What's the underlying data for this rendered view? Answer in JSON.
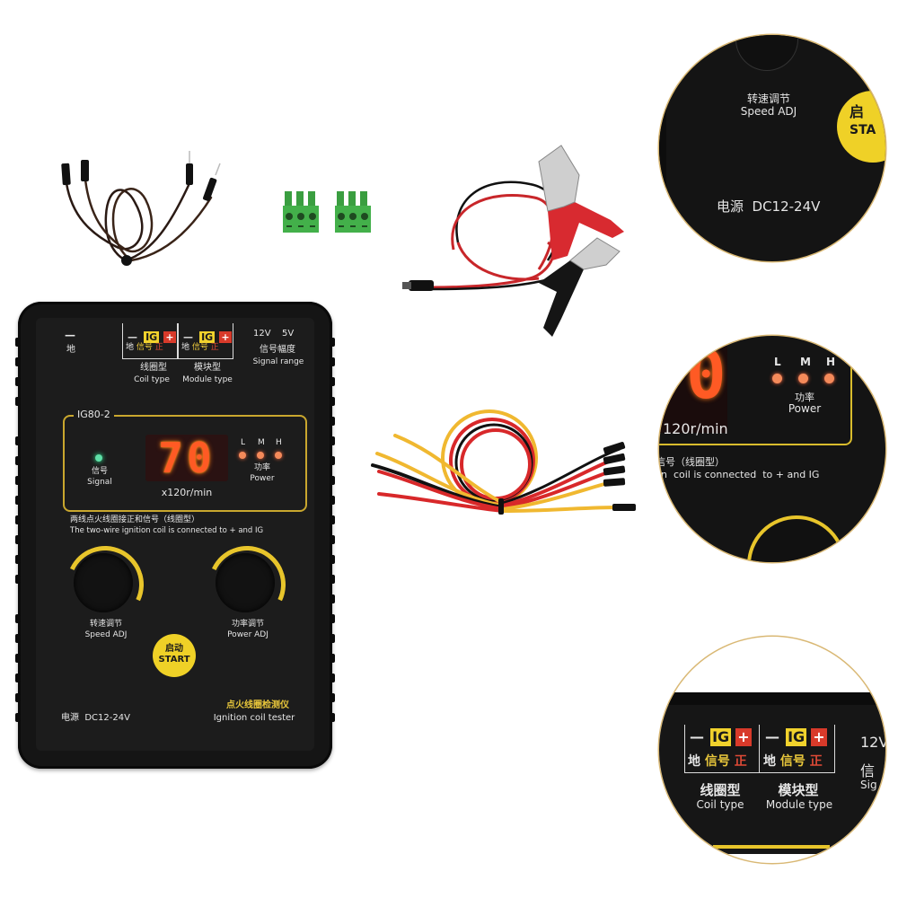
{
  "device": {
    "model": "IG80-2",
    "ground_symbol": "—",
    "ground_label_cn": "地",
    "coil_terminals": {
      "minus": "—",
      "ig": "IG",
      "plus": "+",
      "minus_cn": "地",
      "ig_cn": "信号",
      "plus_cn": "正",
      "title_cn": "线圈型",
      "title_en": "Coil type"
    },
    "module_terminals": {
      "minus": "—",
      "ig": "IG",
      "plus": "+",
      "minus_cn": "地",
      "ig_cn": "信号",
      "plus_cn": "正",
      "title_cn": "模块型",
      "title_en": "Module type"
    },
    "signal_range": {
      "opt_12v": "12V",
      "opt_5v": "5V",
      "label_cn": "信号幅度",
      "label_en": "Signal range"
    },
    "display": {
      "value": "70",
      "unit": "x120r/min",
      "signal_label_cn": "信号",
      "signal_label_en": "Signal",
      "power_levels": [
        "L",
        "M",
        "H"
      ],
      "power_label_cn": "功率",
      "power_label_en": "Power"
    },
    "instruction_cn": "两线点火线圈接正和信号（线圈型）",
    "instruction_en": "The two-wire  ignition  coil is connected  to + and IG",
    "speed_knob": {
      "label_cn": "转速调节",
      "label_en": "Speed ADJ"
    },
    "power_knob": {
      "label_cn": "功率调节",
      "label_en": "Power ADJ"
    },
    "start_button": {
      "label_cn": "启动",
      "label_en": "START"
    },
    "power_supply": "电源  DC12-24V",
    "product_name_cn": "点火线圈检测仪",
    "product_name_en": "Ignition coil tester"
  },
  "accessories": [
    {
      "name": "dupont-jumper-wires",
      "colors": [
        "#2a1a14",
        "#3a2418"
      ]
    },
    {
      "name": "green-terminal-blocks",
      "count": 2,
      "color": "#3aa845"
    },
    {
      "name": "alligator-clip-power-cable",
      "colors": [
        "#c8262a",
        "#111111"
      ]
    },
    {
      "name": "colored-test-leads",
      "colors": [
        "#f0b830",
        "#d8282a",
        "#111111"
      ]
    }
  ],
  "zoom_callouts": {
    "top": {
      "speed_label_cn": "转速调节",
      "speed_label_en": "Speed ADJ",
      "start_partial_cn": "启",
      "start_partial_en": "STA",
      "power_supply": "电源  DC12-24V"
    },
    "middle": {
      "digit_partial": "0",
      "power_levels": [
        "L",
        "M",
        "H"
      ],
      "power_label_cn": "功率",
      "power_label_en": "Power",
      "unit_partial": "120r/min",
      "instruction_cn_partial": "信号（线圈型）",
      "instruction_en_partial": "n  coil is connected  to + and IG"
    },
    "bottom": {
      "minus": "—",
      "ig": "IG",
      "plus": "+",
      "minus_cn": "地",
      "ig_cn": "信号",
      "plus_cn": "正",
      "coil_cn": "线圈型",
      "coil_en": "Coil type",
      "module_cn": "模块型",
      "module_en": "Module type",
      "partial_12v": "12V",
      "partial_signal_cn": "信",
      "partial_signal_en": "Sig"
    }
  },
  "colors": {
    "device_body": "#151515",
    "accent_yellow": "#e9c73b",
    "accent_red": "#d83a2a",
    "display_red": "#ff5a24",
    "led_green": "#5fe0a8",
    "circle_border": "#d9b874"
  }
}
